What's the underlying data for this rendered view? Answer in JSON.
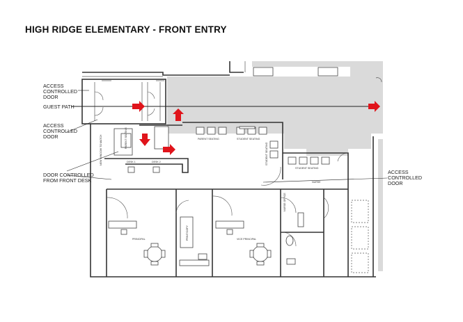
{
  "title": "HIGH RIDGE ELEMENTARY - FRONT ENTRY",
  "callouts": {
    "access_door_1": [
      "ACCESS",
      "CONTROLLED",
      "DOOR"
    ],
    "guest_path": "GUEST PATH",
    "access_door_2": [
      "ACCESS",
      "CONTROLLED",
      "DOOR"
    ],
    "front_desk_door": [
      "DOOR CONTROLLED",
      "FROM FRONT DESK"
    ],
    "access_door_3": [
      "ACCESS",
      "CONTROLLED",
      "DOOR"
    ]
  },
  "rooms": {
    "parent_seating": "PARENT SEATING",
    "student_seating_top": "STUDENT SEATING",
    "student_seating_mid": "STUDENT SEATING",
    "student_seating_side": "STUDENT SEATING",
    "parent_seating_side": "PARENT SEATING",
    "desk_1": "DESK 1",
    "desk_2": "DESK 2",
    "principal": "PRINCIPAL",
    "vice_principal": "VICE PRINCIPAL",
    "nurse": "NURSE",
    "nurse_office": "NURSE OFFICE",
    "workroom": "PRINT/COPY",
    "vertical_note": "NEW WINDOW TO MATCH"
  },
  "colors": {
    "arrow": "#e0141b",
    "corridor": "#dadada",
    "line": "#333333"
  }
}
